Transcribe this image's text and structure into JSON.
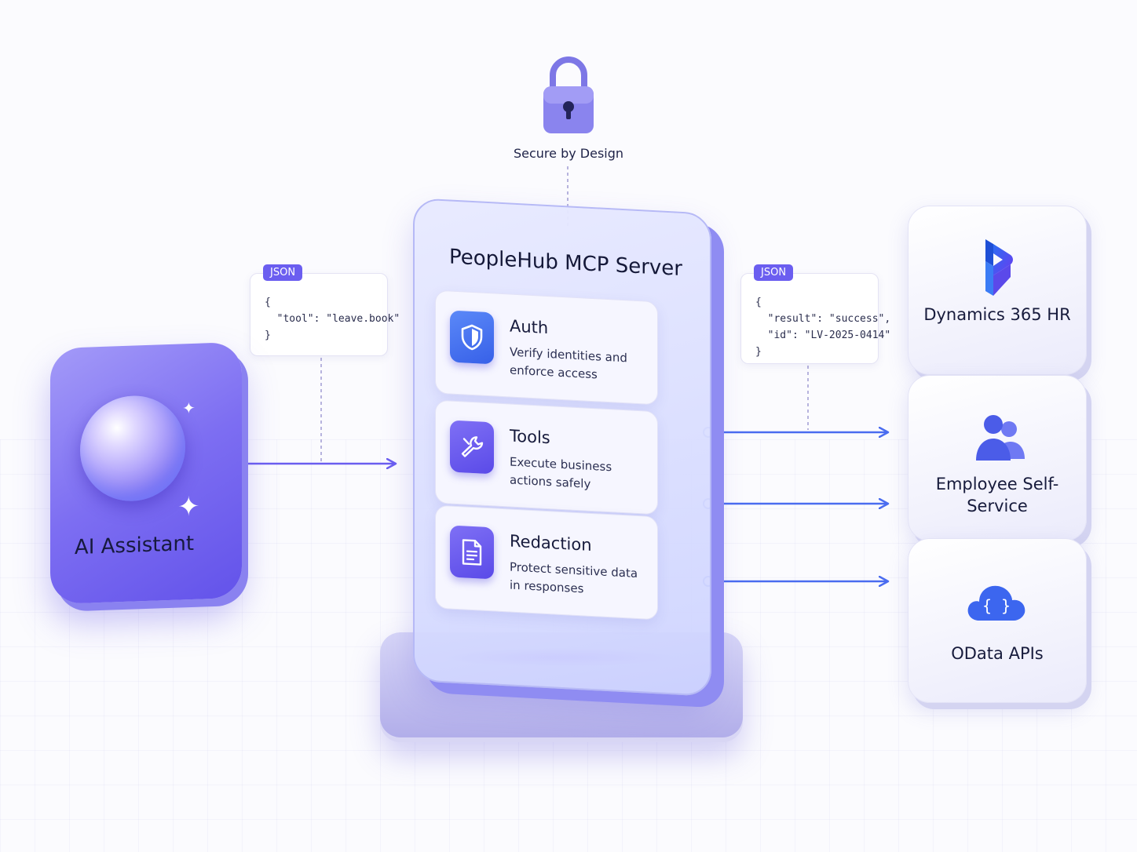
{
  "lock_label": "Secure by Design",
  "request": {
    "tag": "JSON",
    "code": "{\n  \"tool\": \"leave.book\"\n}"
  },
  "response": {
    "tag": "JSON",
    "code": "{\n  \"result\": \"success\",\n  \"id\": \"LV-2025-0414\"\n}"
  },
  "assistant": {
    "label": "AI Assistant"
  },
  "server": {
    "title": "PeopleHub MCP Server",
    "features": [
      {
        "name": "Auth",
        "description": "Verify identities and enforce access",
        "icon": "shield-icon"
      },
      {
        "name": "Tools",
        "description": "Execute business actions safely",
        "icon": "wrench-icon"
      },
      {
        "name": "Redaction",
        "description": "Protect sensitive data in responses",
        "icon": "document-icon"
      }
    ]
  },
  "endpoints": [
    {
      "label": "Dynamics 365 HR",
      "icon": "dynamics-logo"
    },
    {
      "label": "Employee Self-Service",
      "icon": "people-icon"
    },
    {
      "label": "OData APIs",
      "icon": "cloud-braces-icon"
    }
  ],
  "colors": {
    "accent": "#6b5ef0",
    "arrow": "#4a6cf0",
    "panel": "#d6d9ff"
  }
}
